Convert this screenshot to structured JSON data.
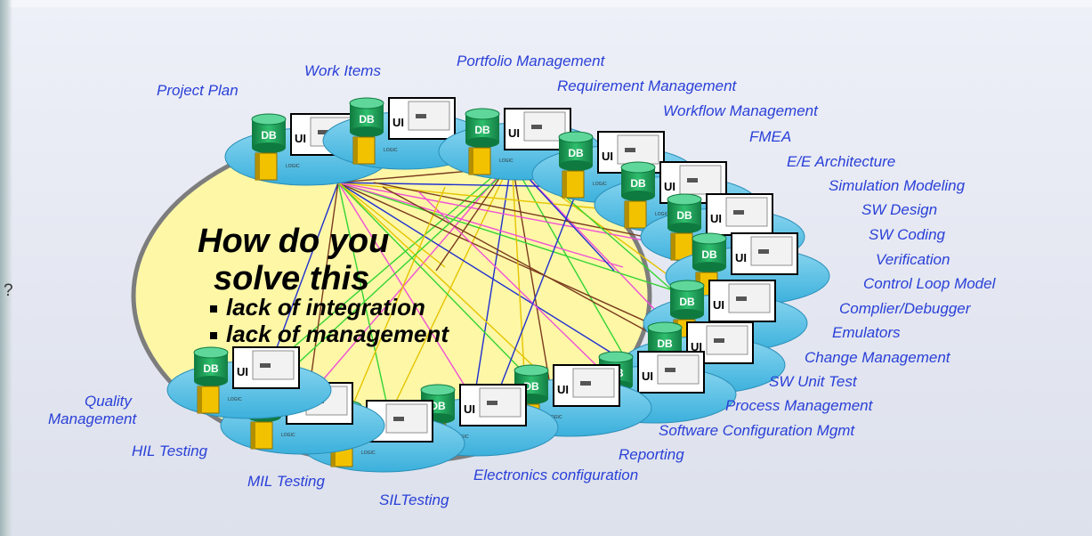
{
  "question_mark": "?",
  "headline": {
    "line1": "How do you",
    "line2": "solve this",
    "bullets": [
      "lack of integration",
      "lack of management"
    ]
  },
  "tool_labels": [
    "Work Items",
    "Portfolio Management",
    "Project Plan",
    "Requirement Management",
    "Workflow Management",
    "FMEA",
    "E/E Architecture",
    "Simulation Modeling",
    "SW Design",
    "SW Coding",
    "Verification",
    "Control Loop Model",
    "Complier/Debugger",
    "Emulators",
    "Change Management",
    "SW Unit Test",
    "Process Management",
    "Software Configuration Mgmt",
    "Reporting",
    "Electronics configuration",
    "Quality",
    "Management",
    "HIL Testing",
    "MIL Testing",
    "SILTesting"
  ],
  "node_text": {
    "db": "DB",
    "ui": "UI",
    "logic": "LOGIC"
  },
  "colors": {
    "label_text": "#2a40d8",
    "center_fill": "#fdf7a6",
    "disc_fill": "#59c0e3",
    "db_fill": "#1f9f5a",
    "logic_fill": "#f2c200",
    "lines": [
      "#1f2fcf",
      "#7a3b1e",
      "#33d433",
      "#f04fd6",
      "#e5c400"
    ]
  }
}
